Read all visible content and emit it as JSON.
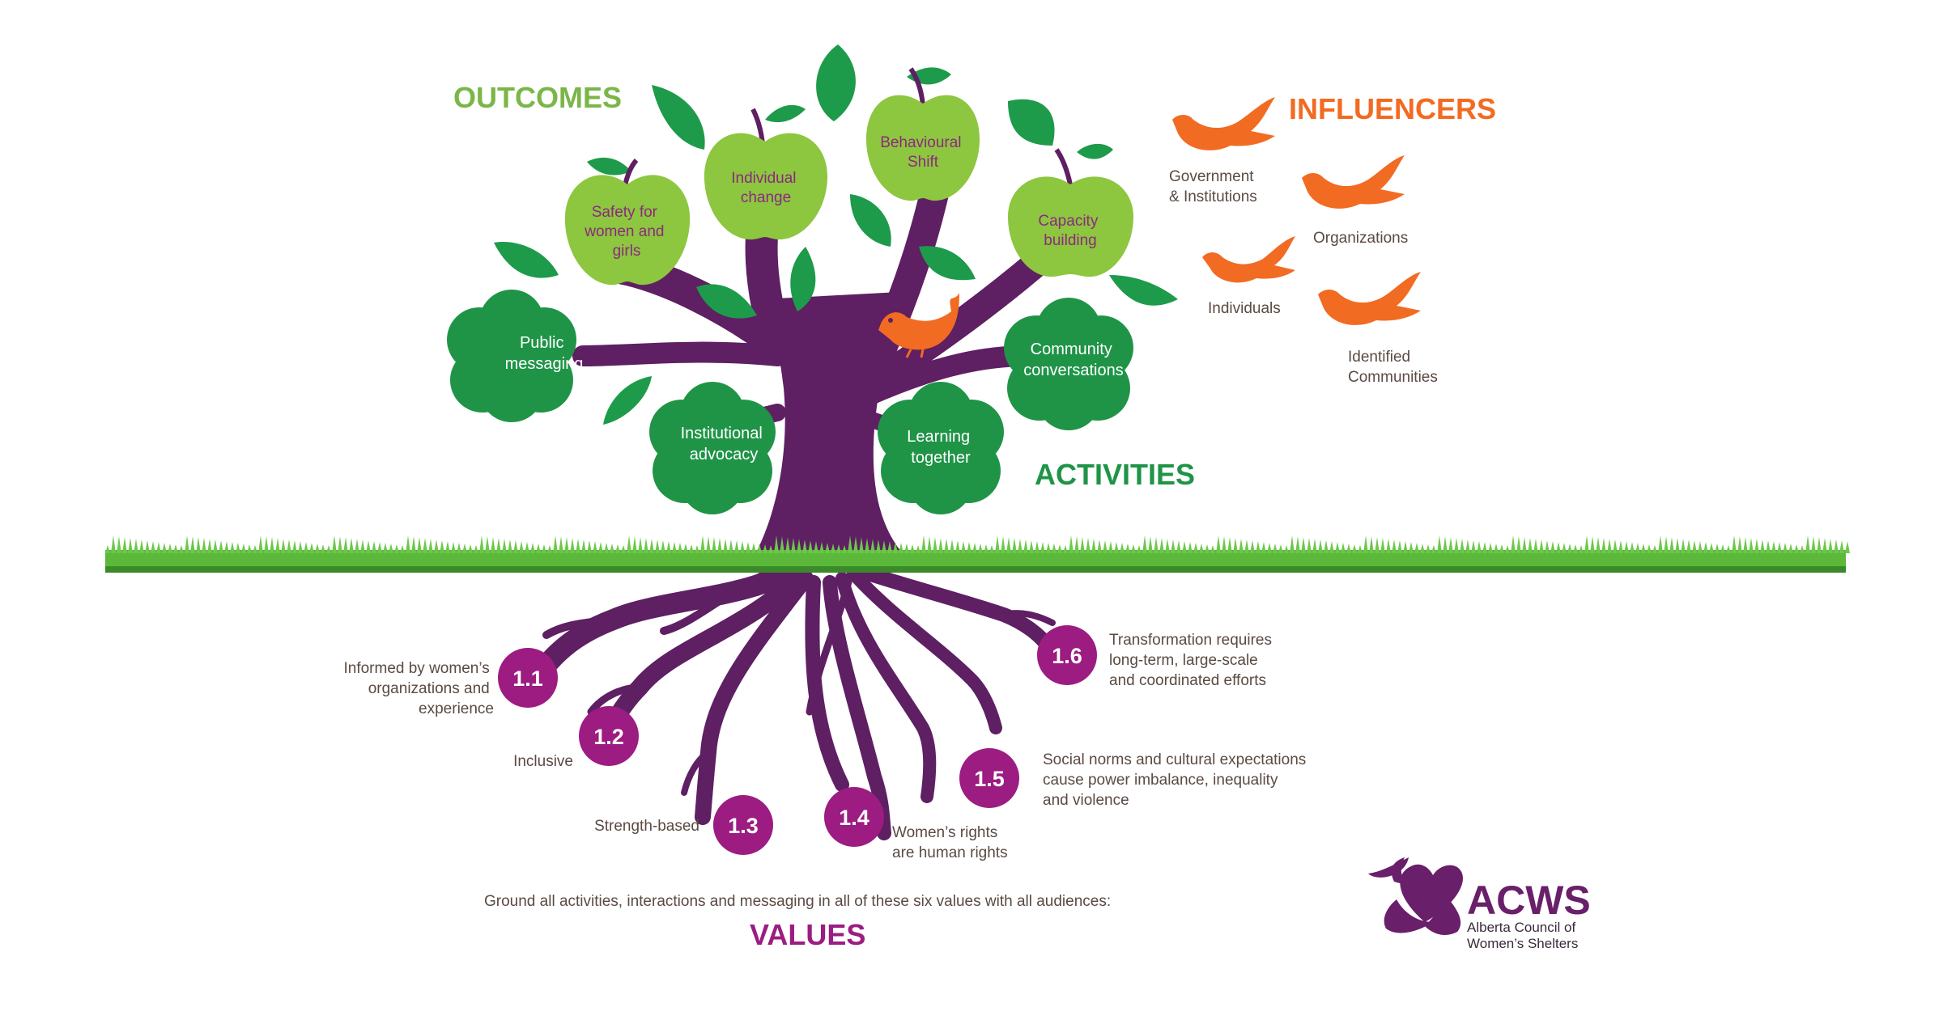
{
  "headings": {
    "outcomes": "OUTCOMES",
    "activities": "ACTIVITIES",
    "influencers": "INFLUENCERS",
    "values": "VALUES"
  },
  "outcomes": [
    [
      "Safety for",
      "women and",
      "girls"
    ],
    [
      "Individual",
      "change"
    ],
    [
      "Behavioural",
      "Shift"
    ],
    [
      "Capacity",
      "building"
    ]
  ],
  "activities": [
    [
      "Public",
      "messaging"
    ],
    [
      "Institutional",
      "advocacy"
    ],
    [
      "Learning",
      "together"
    ],
    [
      "Community",
      "conversations"
    ]
  ],
  "influencers": [
    [
      "Government",
      "& Institutions"
    ],
    [
      "Organizations"
    ],
    [
      "Individuals"
    ],
    [
      "Identified",
      "Communities"
    ]
  ],
  "values": [
    {
      "num": "1.1",
      "lines": [
        "Informed by women’s",
        "organizations and",
        "experience"
      ]
    },
    {
      "num": "1.2",
      "lines": [
        "Inclusive"
      ]
    },
    {
      "num": "1.3",
      "lines": [
        "Strength-based"
      ]
    },
    {
      "num": "1.4",
      "lines": [
        "Women’s rights",
        "are human rights"
      ]
    },
    {
      "num": "1.5",
      "lines": [
        "Social norms and cultural expectations",
        "cause power imbalance, inequality",
        "and violence"
      ]
    },
    {
      "num": "1.6",
      "lines": [
        "Transformation requires",
        "long-term, large-scale",
        "and  coordinated efforts"
      ]
    }
  ],
  "ground_text": "Ground all activities, interactions and messaging in all of these six values with all audiences:",
  "logo": {
    "acronym": "ACWS",
    "line1": "Alberta Council of",
    "line2": "Women’s Shelters"
  },
  "colors": {
    "trunk": "#5e1f63",
    "apple": "#8dc63f",
    "leaf": "#1e9a4b",
    "activity": "#1f9447",
    "value": "#9c1c82",
    "bird": "#f26b22",
    "outcomes_heading": "#7ab648",
    "activities_heading": "#1f9447",
    "influencers_heading": "#f26b22",
    "values_heading": "#9c1c82",
    "grass": "#5cb83a"
  }
}
